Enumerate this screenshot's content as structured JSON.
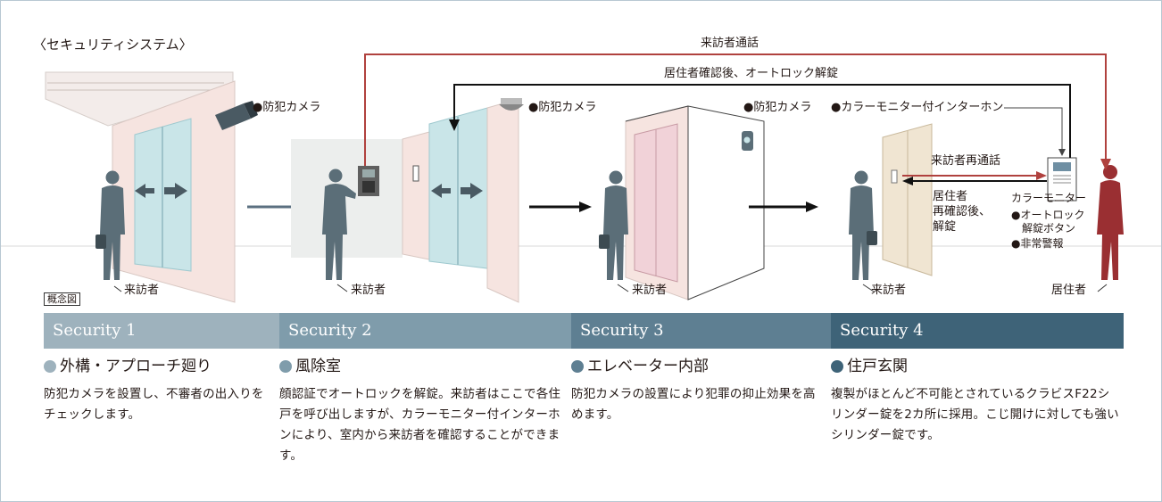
{
  "title": "〈セキュリティシステム〉",
  "note_tag": "概念図",
  "labels": {
    "camera_1": "●防犯カメラ",
    "camera_2": "●防犯カメラ",
    "camera_3": "●防犯カメラ",
    "intercom": "●カラーモニター付インターホン",
    "visitor_call": "来訪者通話",
    "unlock_after_confirm": "居住者確認後、オートロック解錠",
    "visitor_recall": "来訪者再通話",
    "resident_reconfirm": "居住者\n再確認後、\n解錠",
    "color_monitor": "カラーモニター",
    "autolock_button": "●オートロック\n　解錠ボタン",
    "emergency_alarm": "●非常警報",
    "visitor_1": "来訪者",
    "visitor_2": "来訪者",
    "visitor_3": "来訪者",
    "visitor_4": "来訪者",
    "resident": "居住者"
  },
  "sections": [
    {
      "band": "Security 1",
      "heading": "外構・アプローチ廻り",
      "body": "防犯カメラを設置し、不審者の出入りをチェックします。",
      "color": "#9eb2bd"
    },
    {
      "band": "Security 2",
      "heading": "風除室",
      "body": "顔認証でオートロックを解錠。来訪者はここで各住戸を呼び出しますが、カラーモニター付インターホンにより、室内から来訪者を確認することができます。",
      "color": "#7f9cab"
    },
    {
      "band": "Security 3",
      "heading": "エレベーター内部",
      "body": "防犯カメラの設置により犯罪の抑止効果を高めます。",
      "color": "#5e7f92"
    },
    {
      "band": "Security 4",
      "heading": "住戸玄関",
      "body": "複製がほとんど不可能とされているクラビスF22シリンダー錠を2カ所に採用。こじ開けに対しても強いシリンダー錠です。",
      "color": "#3e6378"
    }
  ],
  "colors": {
    "accent_red": "#b0413e",
    "figure": "#5b6e78",
    "resident": "#9a2f32",
    "dot_1": "#9eb2bd",
    "dot_2": "#7f9cab",
    "dot_3": "#5e7f92",
    "dot_4": "#3e6378"
  }
}
